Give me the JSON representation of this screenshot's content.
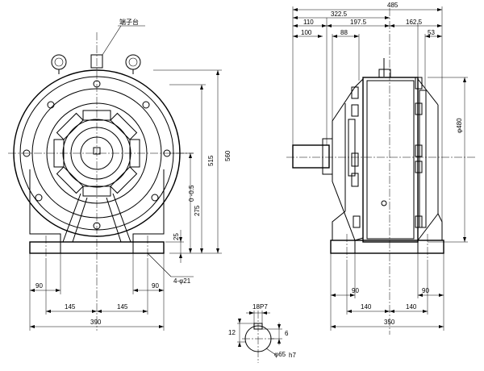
{
  "labels": {
    "terminal_box": "端子台",
    "front": {
      "h560": "560",
      "h515": "515",
      "h275": "275",
      "h275_tol": "0\n-0.5",
      "h25": "25",
      "holes": "4-φ21",
      "w90_left": "90",
      "w90_right": "90",
      "w145_left": "145",
      "w145_right": "145",
      "w390": "390"
    },
    "side": {
      "d485": "485",
      "d322_5": "322.5",
      "d110": "110",
      "d197_5": "197.5",
      "d162_5": "162.5",
      "d100": "100",
      "d88": "88",
      "d53": "53",
      "dia480": "φ480",
      "w90_left": "90",
      "w90_right": "90",
      "w140_left": "140",
      "w140_right": "140",
      "w350": "350"
    },
    "shaft": {
      "key18": "18",
      "key18_tol": "P7",
      "d12": "12",
      "d6": "6",
      "dia65": "φ65",
      "dia65_tol": "h7"
    }
  }
}
